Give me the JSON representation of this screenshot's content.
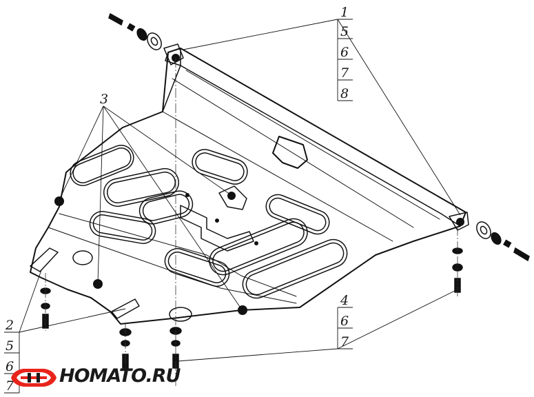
{
  "callouts": {
    "top_right": [
      "1",
      "5",
      "6",
      "7",
      "8"
    ],
    "bottom_left": [
      "2",
      "5",
      "6",
      "7"
    ],
    "bottom_right": [
      "4",
      "6",
      "7"
    ],
    "middle": "3"
  },
  "logo": {
    "text": "HOMATO.RU",
    "icon": "homato-badge-icon",
    "colors": {
      "accent": "#e8241b",
      "ink": "#1a1a1a"
    }
  }
}
